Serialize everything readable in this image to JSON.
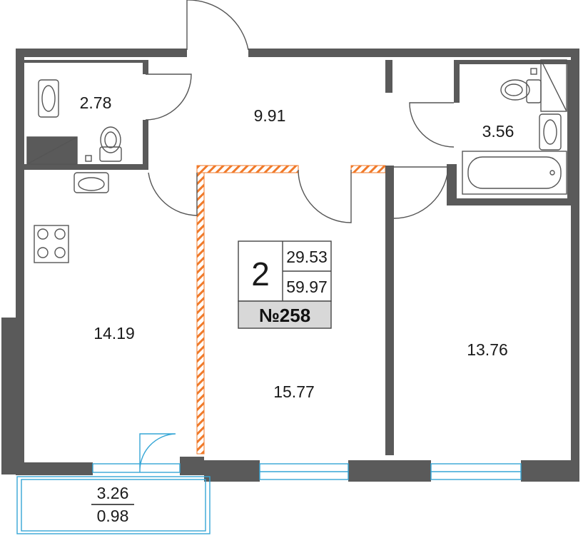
{
  "colors": {
    "wall": "#5a5a5a",
    "window": "#35a6d6",
    "hatch": "#f07a2a",
    "badge_bg": "#d8d8d8"
  },
  "apartment": {
    "rooms_count": "2",
    "living_area": "29.53",
    "total_area": "59.97",
    "unit_number": "№258"
  },
  "rooms": {
    "bathroom_left": "2.78",
    "hallway": "9.91",
    "bathroom_right": "3.56",
    "kitchen": "14.19",
    "bedroom_middle": "15.77",
    "bedroom_right": "13.76",
    "balcony_area": "3.26",
    "balcony_coefficient": "0.98"
  },
  "icons": [
    "sink-icon",
    "toilet-icon",
    "bathtub-icon",
    "stove-icon",
    "washer-icon"
  ]
}
